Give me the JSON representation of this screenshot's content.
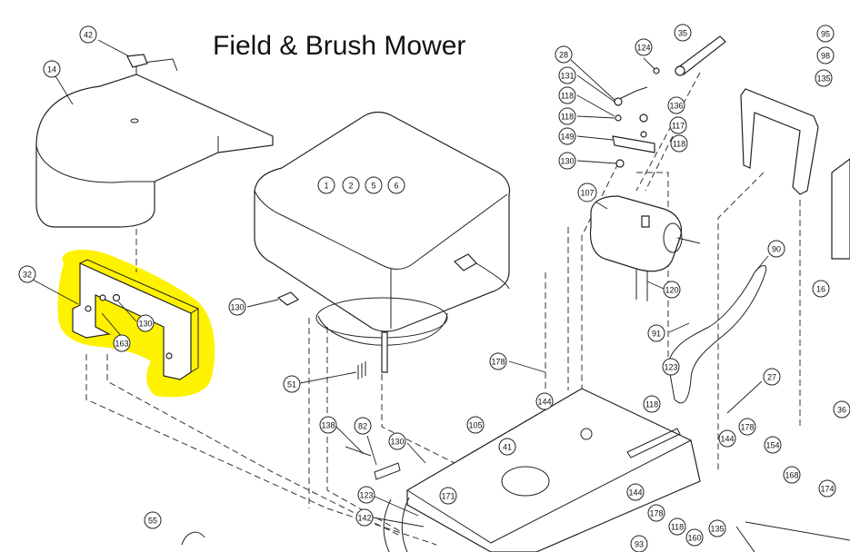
{
  "title": "Field & Brush Mower",
  "highlight_color": "#fff200",
  "callouts": [
    {
      "label": "42"
    },
    {
      "label": "14"
    },
    {
      "label": "32"
    },
    {
      "label": "130"
    },
    {
      "label": "163"
    },
    {
      "label": "1"
    },
    {
      "label": "2"
    },
    {
      "label": "5"
    },
    {
      "label": "6"
    },
    {
      "label": "130"
    },
    {
      "label": "51"
    },
    {
      "label": "28"
    },
    {
      "label": "124"
    },
    {
      "label": "35"
    },
    {
      "label": "131"
    },
    {
      "label": "118"
    },
    {
      "label": "118"
    },
    {
      "label": "136"
    },
    {
      "label": "117"
    },
    {
      "label": "149"
    },
    {
      "label": "118"
    },
    {
      "label": "130"
    },
    {
      "label": "107"
    },
    {
      "label": "95"
    },
    {
      "label": "98"
    },
    {
      "label": "135"
    },
    {
      "label": "90"
    },
    {
      "label": "120"
    },
    {
      "label": "16"
    },
    {
      "label": "91"
    },
    {
      "label": "123"
    },
    {
      "label": "27"
    },
    {
      "label": "118"
    },
    {
      "label": "36"
    },
    {
      "label": "178"
    },
    {
      "label": "144"
    },
    {
      "label": "138"
    },
    {
      "label": "82"
    },
    {
      "label": "130"
    },
    {
      "label": "105"
    },
    {
      "label": "41"
    },
    {
      "label": "144"
    },
    {
      "label": "178"
    },
    {
      "label": "154"
    },
    {
      "label": "123"
    },
    {
      "label": "171"
    },
    {
      "label": "142"
    },
    {
      "label": "144"
    },
    {
      "label": "168"
    },
    {
      "label": "174"
    },
    {
      "label": "178"
    },
    {
      "label": "118"
    },
    {
      "label": "160"
    },
    {
      "label": "135"
    },
    {
      "label": "93"
    },
    {
      "label": "55"
    }
  ]
}
